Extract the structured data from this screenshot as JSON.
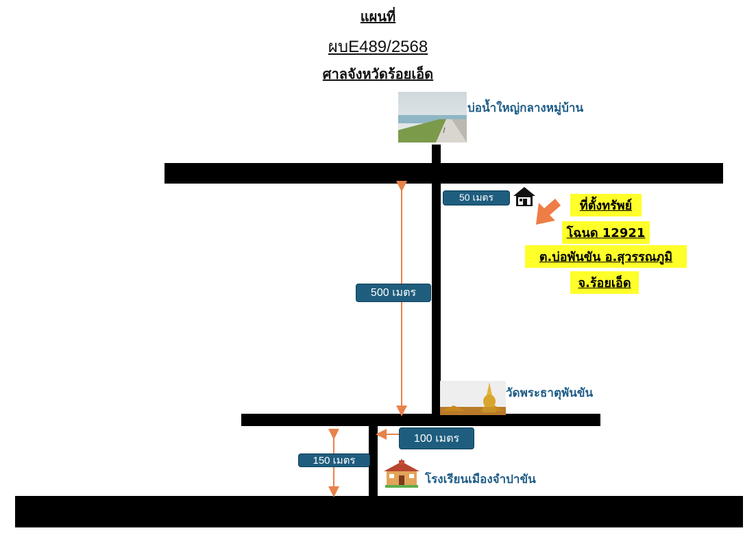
{
  "header": {
    "line1": "แผนที่",
    "line2": "ผบE489/2568",
    "line3": "ศาลจังหวัดร้อยเอ็ด"
  },
  "places": {
    "pond": "บ่อน้ำใหญ่กลางหมู่บ้าน",
    "temple": "วัดพระธาตุพันขัน",
    "school": "โรงเรียนเมืองจำปาขัน"
  },
  "distances": {
    "d50": "50 เมตร",
    "d500": "500 เมตร",
    "d100": "100 เมตร",
    "d150": "150 เมตร"
  },
  "property": {
    "line1": "ที่ตั้งทรัพย์",
    "line2": "โฉนด 12921",
    "line3": "ต.บ่อพันขัน อ.สุวรรณภูมิ",
    "line4": "จ.ร้อยเอ็ด"
  },
  "icons": {
    "house": "house-icon",
    "arrow": "arrow-pointer-icon",
    "school": "school-building-icon",
    "pond_photo": "pond-photo-icon",
    "temple_photo": "temple-pagoda-icon"
  },
  "colors": {
    "road": "#000000",
    "label_bg": "#1f5d7e",
    "place_text": "#1f5d87",
    "highlight": "#ffff2a",
    "dimension_arrow": "#e8824a"
  }
}
